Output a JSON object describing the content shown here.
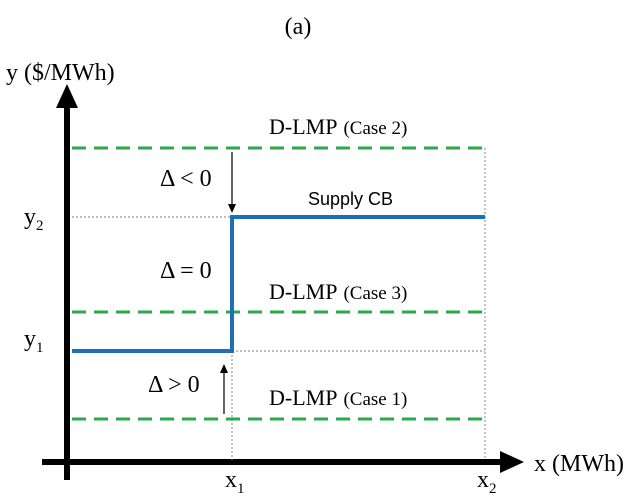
{
  "panel_label": "(a)",
  "y_axis_label": "y ($/MWh)",
  "x_axis_label": "x (MWh)",
  "tick_y": {
    "y1_main": "y",
    "y1_sub": "1",
    "y2_main": "y",
    "y2_sub": "2"
  },
  "tick_x": {
    "x1_main": "x",
    "x1_sub": "1",
    "x2_main": "x",
    "x2_sub": "2"
  },
  "lines": {
    "case2": {
      "label_main": "D-LMP",
      "label_case": "(Case 2)"
    },
    "case3": {
      "label_main": "D-LMP",
      "label_case": "(Case 3)"
    },
    "case1": {
      "label_main": "D-LMP",
      "label_case": "(Case 1)"
    },
    "supply": {
      "label": "Supply CB"
    }
  },
  "deltas": {
    "lt": "Δ < 0",
    "eq": "Δ = 0",
    "gt": "Δ > 0"
  },
  "colors": {
    "supply": "#1f6fb5",
    "dlmp": "#2aa84a",
    "axis": "#000000",
    "guide": "#9a9a9a"
  }
}
